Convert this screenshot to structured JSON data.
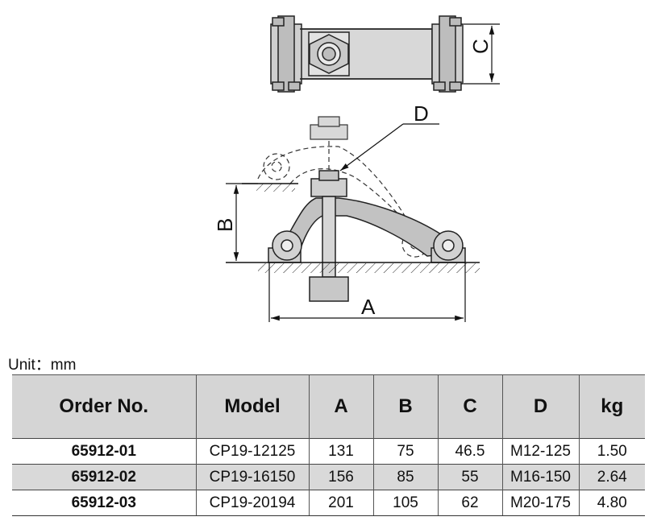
{
  "drawing": {
    "dim_a": "A",
    "dim_b": "B",
    "dim_c": "C",
    "dim_d": "D"
  },
  "unit_label": "Unit：mm",
  "table": {
    "headers": [
      "Order No.",
      "Model",
      "A",
      "B",
      "C",
      "D",
      "kg"
    ],
    "rows": [
      [
        "65912-01",
        "CP19-12125",
        "131",
        "75",
        "46.5",
        "M12-125",
        "1.50"
      ],
      [
        "65912-02",
        "CP19-16150",
        "156",
        "85",
        "55",
        "M16-150",
        "2.64"
      ],
      [
        "65912-03",
        "CP19-20194",
        "201",
        "105",
        "62",
        "M20-175",
        "4.80"
      ]
    ]
  }
}
